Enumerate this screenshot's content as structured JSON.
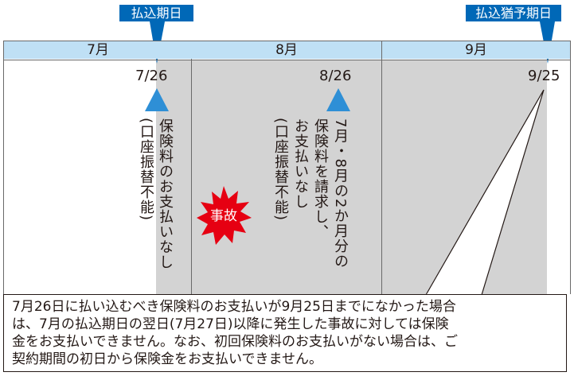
{
  "callouts": {
    "payment_due": "払込期日",
    "grace_period_due": "払込猶予期日"
  },
  "months": [
    "7月",
    "8月",
    "9月"
  ],
  "dates": {
    "july": "7/26",
    "august": "8/26",
    "september": "9/25"
  },
  "notes": {
    "july_text": "保険料のお支払いなし",
    "july_paren": "(口座振替不能)",
    "august_line1": "7月・8月の2か月分の",
    "august_line2": "保険料を請求し、",
    "august_line3": "お支払いなし",
    "august_line4": "(口座振替不能)"
  },
  "accident_label": "事故",
  "explanation": {
    "line1": "7月26日に払い込むべき保険料のお支払いが9月25日までになかった場合",
    "line2": "は、7月の払込期日の翌日(7月27日)以降に発生した事故に対しては保険",
    "line3": "金をお支払いできません。なお、初回保険料のお支払いがない場合は、ご",
    "line4": "契約期間の初日から保険金をお支払いできません。"
  },
  "colors": {
    "callout_blue": "#0068b7",
    "header_light_blue": "#bfe0f5",
    "marker_blue": "#2e8fd6",
    "shade_gray": "#d3d3d3",
    "accident_red": "#e60012"
  }
}
